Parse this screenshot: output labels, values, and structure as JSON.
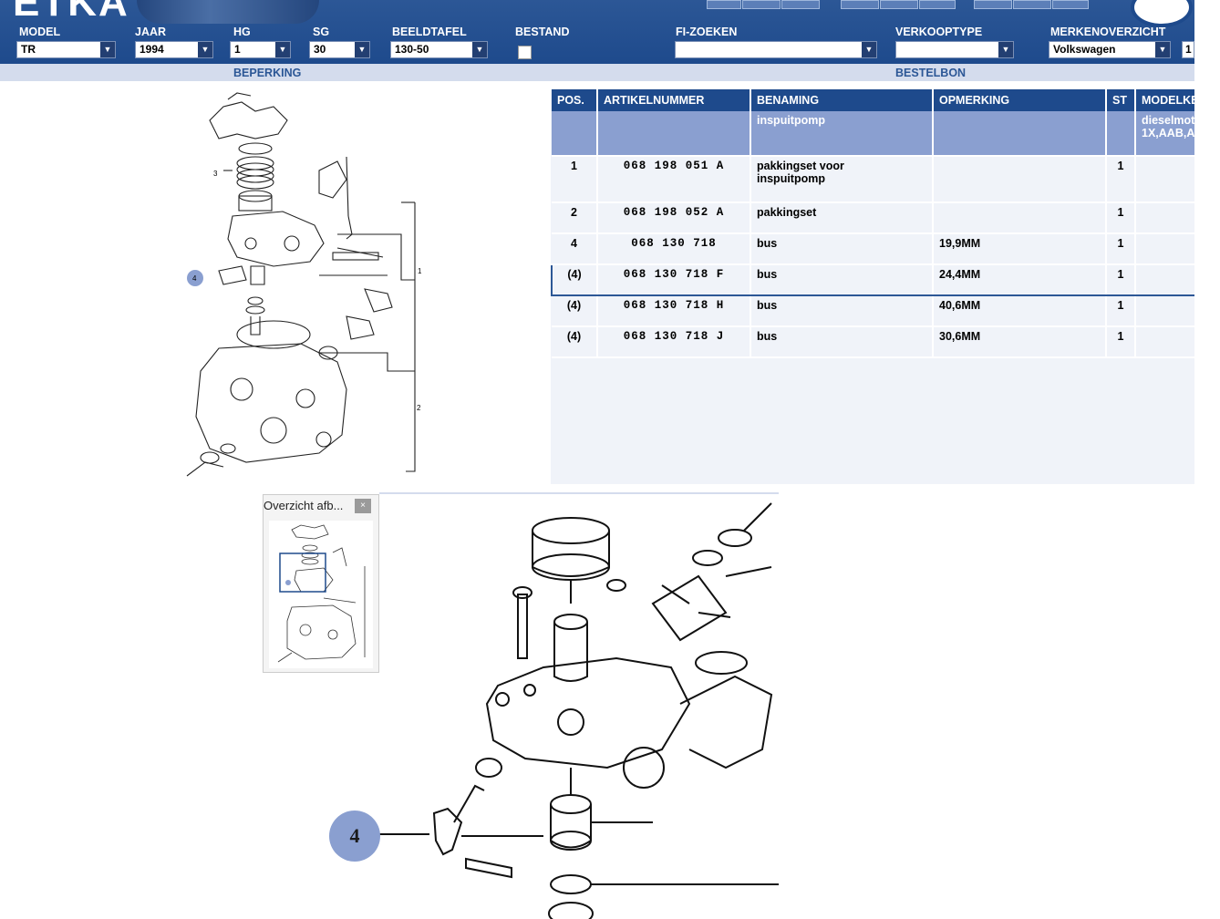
{
  "app": {
    "logo": "ETKA"
  },
  "filters": {
    "model": {
      "label": "MODEL",
      "value": "TR"
    },
    "jaar": {
      "label": "JAAR",
      "value": "1994"
    },
    "hg": {
      "label": "HG",
      "value": "1"
    },
    "sg": {
      "label": "SG",
      "value": "30"
    },
    "beeldtafel": {
      "label": "BEELDTAFEL",
      "value": "130-50"
    },
    "bestand": {
      "label": "BESTAND"
    },
    "fizoeken": {
      "label": "FI-ZOEKEN",
      "value": ""
    },
    "verkooptype": {
      "label": "VERKOOPTYPE",
      "value": ""
    },
    "merken": {
      "label": "MERKENOVERZICHT",
      "value": "Volkswagen",
      "extra": "1"
    }
  },
  "subbar": {
    "beperking": "BEPERKING",
    "bestelbon": "BESTELBON"
  },
  "table": {
    "headers": [
      "POS.",
      "ARTIKELNUMMER",
      "BENAMING",
      "OPMERKING",
      "ST",
      "MODELKE"
    ],
    "parent": {
      "benaming": "inspuitpomp",
      "model1": "dieselmot",
      "model2": "1X,AAB,A"
    },
    "rows": [
      {
        "pos": "1",
        "art": "068 198 051 A",
        "ben1": "pakkingset voor",
        "ben2": "inspuitpomp",
        "opm": "",
        "st": "1"
      },
      {
        "pos": "2",
        "art": "068 198 052 A",
        "ben1": "pakkingset",
        "ben2": "",
        "opm": "",
        "st": "1"
      },
      {
        "pos": "4",
        "art": "068 130 718",
        "ben1": "bus",
        "ben2": "",
        "opm": "19,9MM",
        "st": "1"
      },
      {
        "pos": "(4)",
        "art": "068 130 718 F",
        "ben1": "bus",
        "ben2": "",
        "opm": "24,4MM",
        "st": "1"
      },
      {
        "pos": "(4)",
        "art": "068 130 718 H",
        "ben1": "bus",
        "ben2": "",
        "opm": "40,6MM",
        "st": "1"
      },
      {
        "pos": "(4)",
        "art": "068 130 718 J",
        "ben1": "bus",
        "ben2": "",
        "opm": "30,6MM",
        "st": "1"
      }
    ]
  },
  "diagram": {
    "callouts": [
      "3",
      "1",
      "2",
      "4"
    ]
  },
  "overview": {
    "title": "Overzicht afb...",
    "close": "×"
  },
  "zoom": {
    "bubble": "4"
  }
}
